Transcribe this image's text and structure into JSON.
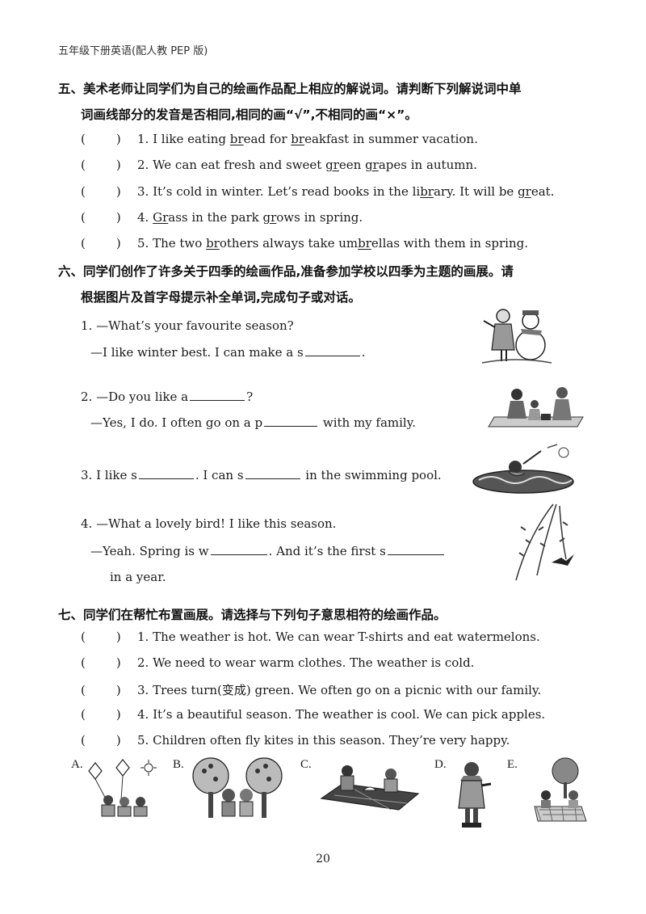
{
  "header": "五年级下册英语(配人教 PEP 版)",
  "section5": {
    "title_line1": "五、美术老师让同学们为自己的绘画作品配上相应的解说词。请判断下列解说词中单",
    "title_line2": "词画线部分的发音是否相同,相同的画“√”,不相同的画“×”。",
    "paren": "(",
    "paren_close": ")",
    "items": [
      [
        "1. I like eating ",
        "br",
        "ead for ",
        "br",
        "eakfast in summer vacation."
      ],
      [
        "2. We can eat fresh and sweet ",
        "gr",
        "een ",
        "gr",
        "apes in autumn."
      ],
      [
        "3. It’s cold in winter. Let’s read books in the li",
        "br",
        "ary. It will be ",
        "gr",
        "eat."
      ],
      [
        "4. ",
        "Gr",
        "ass in the park ",
        "gr",
        "ows in spring."
      ],
      [
        "5. The two ",
        "br",
        "others always take um",
        "br",
        "ellas with them in spring."
      ]
    ]
  },
  "section6": {
    "title_line1": "六、同学们创作了许多关于四季的绘画作品,准备参加学校以四季为主题的画展。请",
    "title_line2": "根据图片及首字母提示补全单词,完成句子或对话。",
    "q1a": "1. —What’s your favourite season?",
    "q1b_pre": "—I like winter best. I can make a s",
    "q1b_post": ".",
    "q2a_pre": "2. —Do you like a",
    "q2a_post": "?",
    "q2b_pre": "—Yes, I do. I often go on a p",
    "q2b_post": " with my family.",
    "q3_pre": "3. I like s",
    "q3_mid": ".  I can s",
    "q3_post": " in the swimming pool.",
    "q4a": "4. —What a lovely bird! I like this season.",
    "q4b_pre": "—Yeah. Spring is w",
    "q4b_mid": ". And it’s the first s",
    "q4c": "in a year."
  },
  "section7": {
    "title": "七、同学们在帮忙布置画展。请选择与下列句子意思相符的绘画作品。",
    "paren": "(",
    "paren_close": ")",
    "items": [
      "1. The weather is hot. We can wear T-shirts and eat watermelons.",
      "2. We need to wear warm clothes. The weather is cold.",
      "3. Trees turn(变成) green. We often go on a picnic with our family.",
      "4. It’s a beautiful season. The weather is cool. We can pick apples.",
      "5. Children often fly kites in this season. They’re very happy."
    ],
    "options": [
      "A.",
      "B.",
      "C.",
      "D.",
      "E."
    ]
  },
  "page_number": "20"
}
